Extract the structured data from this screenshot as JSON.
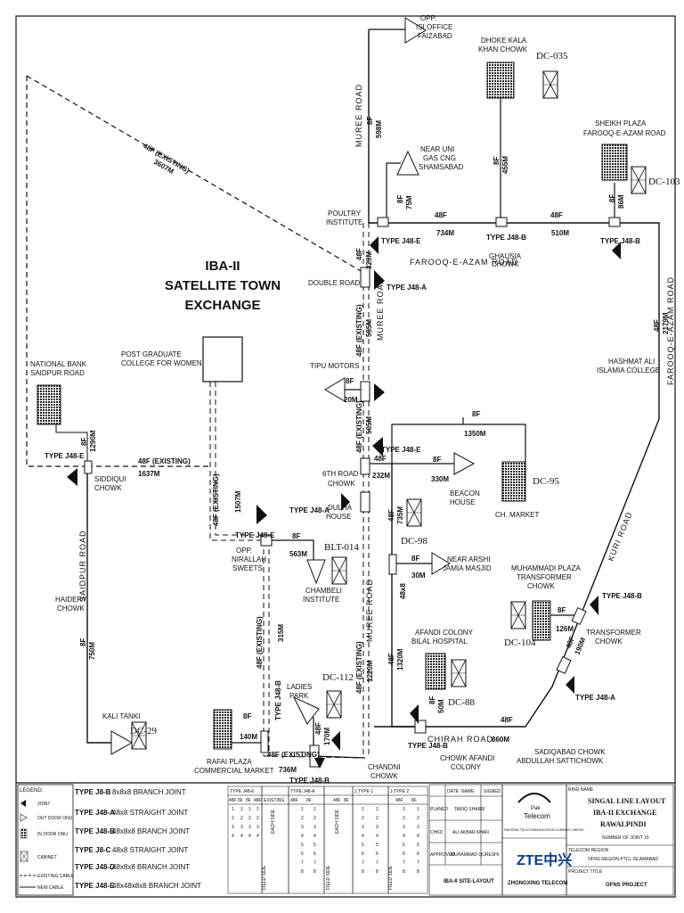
{
  "exchange": {
    "line1": "IBA-II",
    "line2": "SATELLITE TOWN",
    "line3": "EXCHANGE"
  },
  "roads": {
    "muree1": "MUREE ROAD",
    "muree2": "MUREE ROAD",
    "muree3": "MUREE ROAD",
    "farooq": "FAROOQ-E-AZAM ROAD",
    "farooq_v": "FAROOQ-E-AZAM ROAD",
    "saidpur": "SAIDPUR ROAD",
    "kuri": "KURI ROAD",
    "chirah": "CHIRAH ROAD"
  },
  "places": {
    "opp_isi_1": "OPP.",
    "opp_isi_2": "ISI OFFICE",
    "opp_isi_3": "FAIZABAD",
    "dhoke_1": "DHOKE KALA",
    "dhoke_2": "KHAN CHOWK",
    "near_uni_1": "NEAR UNI",
    "near_uni_2": "GAS CNG",
    "near_uni_3": "SHAMSABAD",
    "sheikh_1": "SHEIKH PLAZA",
    "sheikh_2": "FAROOQ-E-AZAM ROAD",
    "poultry_1": "POULTRY",
    "poultry_2": "INSTITUTE",
    "ghausia_1": "GHAUSIA",
    "ghausia_2": "CHOWK",
    "double_road": "DOUBLE ROAD",
    "pgc_1": "POST GRADUATE",
    "pgc_2": "COLLEGE FOR WOMEN",
    "nbp_1": "NATIONAL BANK",
    "nbp_2": "SAIDPUR ROAD",
    "tipu": "TIPU MOTORS",
    "hashmat_1": "HASHMAT ALI",
    "hashmat_2": "ISLAMIA COLLEGE",
    "siddiqui_1": "SIDDIQUI",
    "siddiqui_2": "CHOWK",
    "sixth_1": "6TH ROAD",
    "sixth_2": "CHOWK",
    "beacon_1": "BEACON",
    "beacon_2": "HOUSE",
    "chmarket": "CH. MARKET",
    "dulha_1": "DULHA",
    "dulha_2": "HOUSE",
    "nirallah_1": "OPP.",
    "nirallah_2": "NIRALLAH",
    "nirallah_3": "SWEETS",
    "chambeli_1": "CHAMBELI",
    "chambeli_2": "INSTITUTE",
    "arshi_1": "NEAR ARSHI",
    "arshi_2": "JAMIA MASJID",
    "haidery_1": "HAIDERY",
    "haidery_2": "CHOWK",
    "mplaza_1": "MUHAMMADI PLAZA",
    "mplaza_2": "TRANSFORMER",
    "mplaza_3": "CHOWK",
    "trans_1": "TRANSFORMER",
    "trans_2": "CHOWK",
    "afandi_1": "AFANDI COLONY",
    "afandi_2": "BILAL HOSPITAL",
    "ladies_1": "LADIES",
    "ladies_2": "PARK",
    "kalitanki": "KALI TANKI",
    "rafai_1": "RAFAI PLAZA",
    "rafai_2": "COMMERCIAL MARKET",
    "chandni_1": "CHANDNI",
    "chandni_2": "CHOWK",
    "chowk_afandi_1": "CHOWK AFANDI",
    "chowk_afandi_2": "COLONY",
    "sadiqabad_1": "SADIQABAD CHOWK",
    "sadiqabad_2": "ABDULLAH SATTICHOWK"
  },
  "dcs": {
    "dc035": "DC-035",
    "dc103": "DC-103",
    "dc95": "DC-95",
    "dc98": "DC-98",
    "blt014": "BLT-014",
    "dc104": "DC-104",
    "dc88": "DC-88",
    "dc112": "DC-112",
    "dc29": "DC-29"
  },
  "joints": {
    "j_e1": "TYPE J48-E",
    "j_b1": "TYPE J48-B",
    "j_b2": "TYPE J48-B",
    "j_a1": "TYPE J48-A",
    "j_e2": "TYPE J48-E",
    "j_e3": "TYPE J48-E",
    "j_a2": "TYPE J48-A",
    "j_e4": "TYPE J48-E",
    "j_b3": "TYPE J48-B",
    "j_a3": "TYPE J48-A",
    "j_b4": "TYPE J48-B",
    "j_b5": "TYPE J48-B",
    "j_b6": "TYPE J48-B"
  },
  "cables": {
    "c1": "48F (EXISTING)",
    "c1m": "3607M",
    "c2": "8F",
    "c2m": "598M",
    "c3": "8F",
    "c3m": "75M",
    "c4": "8F",
    "c4m": "455M",
    "c5": "8F",
    "c5m": "86M",
    "c6": "48F",
    "c6m": "734M",
    "c7": "48F",
    "c7m": "510M",
    "c8": "48F",
    "c8m": "329M",
    "c9": "48F (EXISTING)",
    "c9m": "595M",
    "c10": "8F",
    "c10m": "20M",
    "c11": "48F (EXISTING)",
    "c11m": "505M",
    "c12": "48F",
    "c12m": "2179M",
    "c13": "8F",
    "c13m": "1290M",
    "c14": "48F (EXISTING)",
    "c14m": "1637M",
    "c15": "48F (EXISTING)",
    "c15m": "1507M",
    "c16": "8F",
    "c16m": "1350M",
    "c17": "48F",
    "c17m": "232M",
    "c18": "8F",
    "c18m": "330M",
    "c19": "48F",
    "c19m": "735M",
    "c20": "8F",
    "c20m": "563M",
    "c21": "8F",
    "c21m": "30M",
    "c21x": "48x8",
    "c22": "48F (EXISTING)",
    "c22m": "315M",
    "c23": "48F (EXISTING)",
    "c23m": "1220M",
    "c24": "8F",
    "c24m": "750M",
    "c25": "48F",
    "c25m": "1320M",
    "c26": "8F",
    "c26m": "126M",
    "c27": "48F",
    "c27m": "190M",
    "c28": "8F",
    "c28m": "50M",
    "c29": "8F",
    "c29m": "140M",
    "c30": "48F",
    "c30m": "170M",
    "c31": "48F",
    "c31m": "860M",
    "c32": "48F (EXISTING)",
    "c32m": "736M"
  },
  "legend": {
    "title": "LEGEND:",
    "joint": "JOINT",
    "odu": "OUT DOOR ONU",
    "idu": "IN DOOR ONU",
    "cabinet": "CABINET",
    "existing": "EXISTING CABLE",
    "new": "NEW CABLE",
    "types": [
      {
        "code": "TYPE J8-B",
        "desc": "8x8x8 BRANCH JOINT"
      },
      {
        "code": "TYPE J48-A",
        "desc": "48x8 STRAIGHT JOINT"
      },
      {
        "code": "TYPE J48-B",
        "desc": "48x8x8 BRANCH JOINT"
      },
      {
        "code": "TYPE J8-C",
        "desc": "48x8 STRAIGHT JOINT"
      },
      {
        "code": "TYPE J48-D",
        "desc": "48x8x8 BRANCH JOINT"
      },
      {
        "code": "TYPE J48-E",
        "desc": "48x48x8x8 BRANCH JOINT"
      }
    ]
  },
  "table": {
    "h_e": "TYPE J48-E",
    "h_a": "TYPE J48-A",
    "h_j1": "J.TYPE 1",
    "h_j2": "J.TYPE 2",
    "sub_e": [
      "48F",
      "8F",
      "8F",
      "48F"
    ],
    "sub_a": [
      "EXISTING",
      "48F",
      "8F"
    ],
    "sub_j1": [
      "48F",
      "8F"
    ],
    "sub_j2": [
      "48F",
      "8F"
    ],
    "each_side": "EACH SIDE",
    "field_side": "FIELD SIDE",
    "rows_e": [
      [
        "1",
        "1",
        "1",
        "1"
      ],
      [
        "2",
        "2",
        "2",
        "2"
      ],
      [
        "3",
        "3",
        "3",
        "3"
      ],
      [
        "4",
        "4",
        "4",
        "4"
      ]
    ],
    "rows_a": [
      [
        "1",
        "1"
      ],
      [
        "2",
        "2"
      ],
      [
        "3",
        "3"
      ],
      [
        "4",
        "4"
      ],
      [
        "5",
        "5"
      ],
      [
        "6",
        "6"
      ],
      [
        "7",
        "7"
      ],
      [
        "8",
        "8"
      ]
    ],
    "rows_j1": [
      [
        "1",
        "1"
      ],
      [
        "2",
        "2"
      ],
      [
        "3",
        "3"
      ],
      [
        "4",
        "4"
      ],
      [
        "5",
        "5"
      ],
      [
        "6",
        "6"
      ],
      [
        "7",
        "7"
      ],
      [
        "8",
        "8"
      ]
    ],
    "rows_j2": [
      [
        "1",
        "1"
      ],
      [
        "2",
        "2"
      ],
      [
        "3",
        "3"
      ],
      [
        "4",
        "4"
      ],
      [
        "5",
        "5"
      ],
      [
        "6",
        "6"
      ],
      [
        "7",
        "7"
      ],
      [
        "8",
        "8"
      ]
    ]
  },
  "approval": {
    "h_date": "DATE",
    "h_name": "NAME",
    "h_signed": "SIGNED",
    "r1": "PLANED",
    "r1n": "TARIQ SHARIF",
    "r2": "CHKD",
    "r2n": "ALI AKBAR KHAN",
    "r3": "APPROVED",
    "r3n": "MUHAMMAD QURESHI",
    "code": "IBA-II SITE-LAYOUT"
  },
  "logos": {
    "ptcl_1": "Pak",
    "ptcl_2": "Telecom",
    "ptcl_sub": "PAKISTAN TELECOMMUNICATION COMPANY LIMITED",
    "zte": "ZTE中兴",
    "zte_sub": "ZHONGXING TELECOM"
  },
  "titleblock": {
    "ring_label": "RING NAME",
    "line1": "SINGAL LINE LAYOUT",
    "line2": "IBA-II EXCHANGE",
    "line3": "RAWALPINDI",
    "joints_label": "NUMBER OF JOINT 15",
    "region_label": "TELECOM REGION",
    "region": "OFNS REGION PTCL ISLAMABAD",
    "project_label": "PROJECT TITLE",
    "project": "OFNS PROJECT"
  }
}
